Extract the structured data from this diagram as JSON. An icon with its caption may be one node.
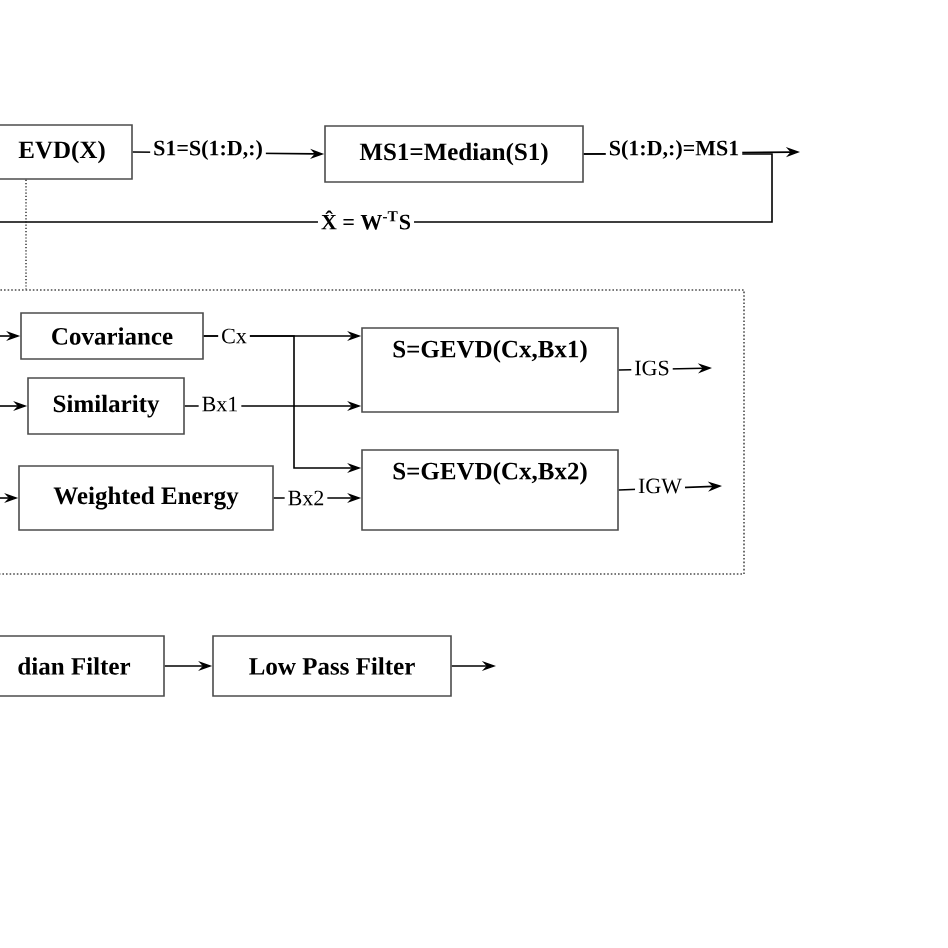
{
  "diagram": {
    "nodes": [
      {
        "text": [
          "EVD(X)"
        ]
      },
      {
        "text": [
          "MS1=Median(S1)"
        ]
      },
      {
        "text": [],
        "shape": "box"
      },
      {
        "text": [
          "Covariance"
        ],
        "in": 2
      },
      {
        "text": [
          "Similarity"
        ],
        "in": 2
      },
      {
        "text": [
          "Weighted Energy"
        ],
        "in": 2
      },
      {
        "text": [
          "S=GEVD(Cx,Bx1)"
        ],
        "in": 2
      },
      {
        "text": [
          "S=GEVD(Cx,Bx2)"
        ],
        "in": 2
      },
      {
        "text": [
          "dian Filter"
        ]
      },
      {
        "text": [
          "Low Pass Filter"
        ]
      }
    ],
    "edges": [
      {
        "from": 0,
        "to": 1,
        "arrow": "to",
        "label": "S1=S(1:D,:)"
      },
      {
        "from": 1,
        "to": null,
        "arrow": "to",
        "label": "S(1:D,:)=MS1"
      },
      {
        "from": 1,
        "to": null,
        "arrow": "none",
        "label": "X̂ = W$^{-T}$S"
      },
      {
        "from": 0,
        "to": 2,
        "arrow": "none",
        "style": "dashed"
      },
      {
        "from": null,
        "to": 3,
        "arrow": "to"
      },
      {
        "from": null,
        "to": 4,
        "arrow": "to"
      },
      {
        "from": null,
        "to": 5,
        "arrow": "to"
      },
      {
        "from": 3,
        "to": 6,
        "arrow": "to",
        "label": "Cx"
      },
      {
        "from": 3,
        "to": 7,
        "arrow": "to"
      },
      {
        "from": 4,
        "to": 6,
        "arrow": "to",
        "label": "Bx1"
      },
      {
        "from": 5,
        "to": 7,
        "arrow": "to",
        "label": "Bx2"
      },
      {
        "from": 6,
        "to": null,
        "arrow": "to",
        "label": "IGS"
      },
      {
        "from": 7,
        "to": null,
        "arrow": "to",
        "label": "IGW"
      },
      {
        "from": 8,
        "to": 9,
        "arrow": "to"
      },
      {
        "from": 9,
        "to": null,
        "arrow": "to"
      }
    ]
  }
}
